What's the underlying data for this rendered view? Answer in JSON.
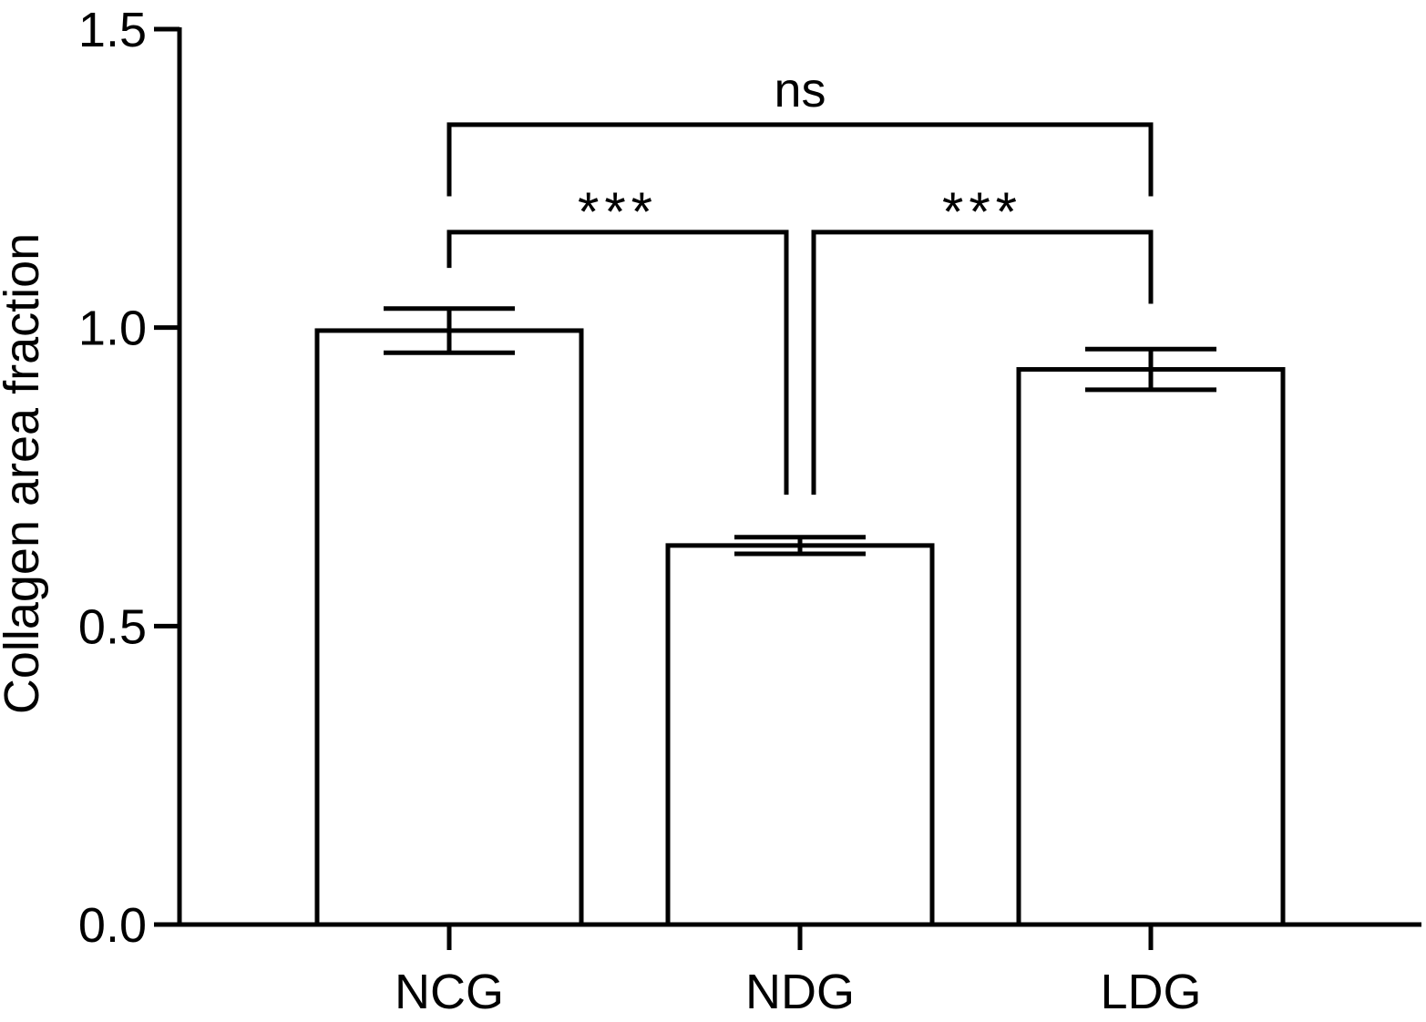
{
  "chart_data": {
    "type": "bar",
    "title": "",
    "xlabel": "",
    "ylabel": "Collagen area fraction",
    "ylim": [
      0,
      1.5
    ],
    "yticks": [
      0.0,
      0.5,
      1.0,
      1.5
    ],
    "ytick_labels": [
      "0.0",
      "0.5",
      "1.0",
      "1.5"
    ],
    "categories": [
      "NCG",
      "NDG",
      "LDG"
    ],
    "values": [
      0.995,
      0.635,
      0.93
    ],
    "errors": [
      0.037,
      0.014,
      0.034
    ],
    "bar_fill": "#ffffff",
    "stroke_color": "#000000",
    "significance": [
      {
        "from": 0,
        "to": 1,
        "label": "***",
        "y": 1.16
      },
      {
        "from": 1,
        "to": 2,
        "label": "***",
        "y": 1.16
      },
      {
        "from": 0,
        "to": 2,
        "label": "ns",
        "y": 1.34
      }
    ]
  }
}
